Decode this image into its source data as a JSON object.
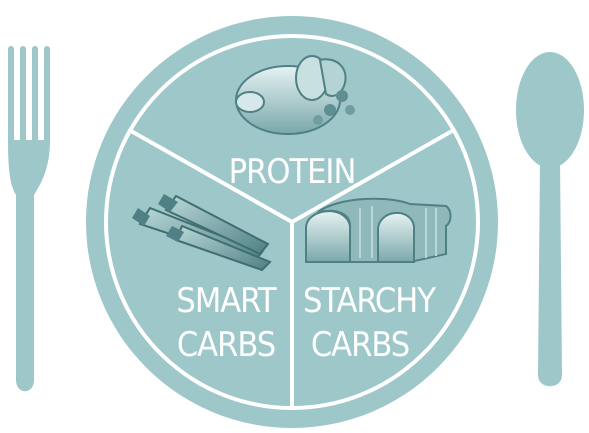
{
  "plate": {
    "sections": [
      {
        "id": "protein",
        "lines": [
          "PROTEIN"
        ]
      },
      {
        "id": "smart-carbs",
        "lines": [
          "SMART",
          "CARBS"
        ]
      },
      {
        "id": "starchy-carbs",
        "lines": [
          "STARCHY",
          "CARBS"
        ]
      }
    ]
  },
  "colors": {
    "plate": "#9ec7c9",
    "divider": "#ffffff",
    "cutlery": "#9ec7c9",
    "food": "#5f8f92"
  },
  "icons": [
    "fork-icon",
    "spoon-icon",
    "chicken-icon",
    "carrots-icon",
    "bread-icon"
  ]
}
